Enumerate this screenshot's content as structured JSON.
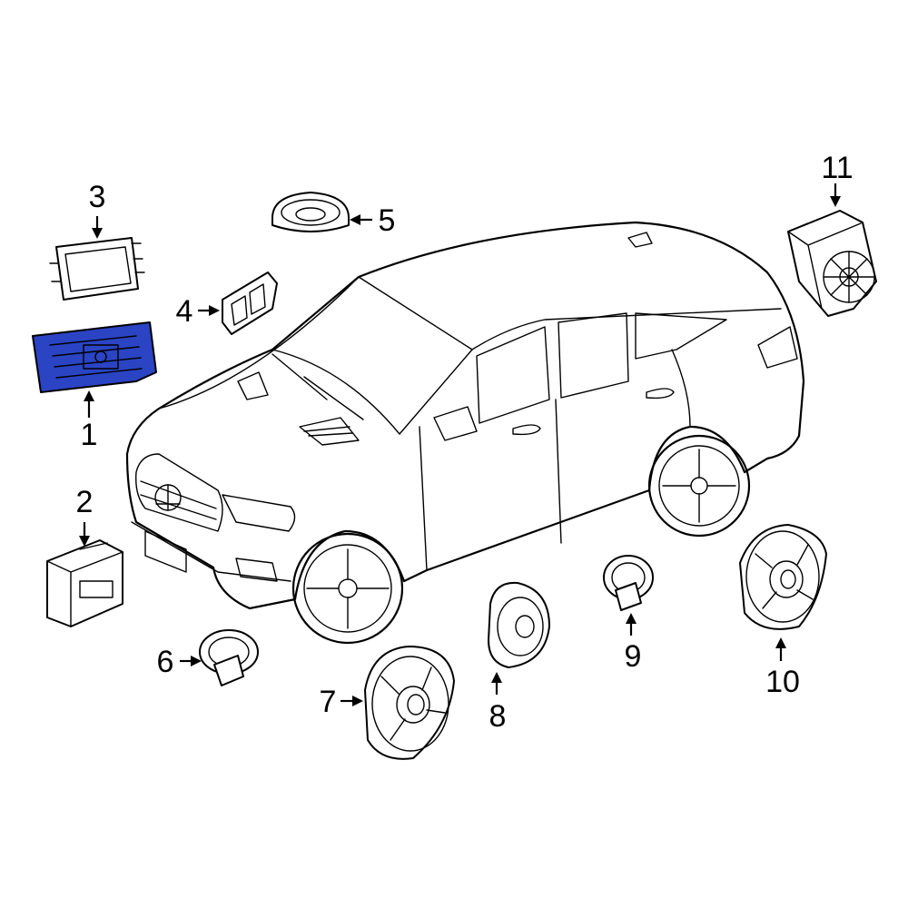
{
  "highlight_color": "#2a44c4",
  "line_color": "#000000",
  "callouts": [
    {
      "id": 1,
      "label": "1",
      "part": "control-unit-highlighted"
    },
    {
      "id": 2,
      "label": "2",
      "part": "amplifier-module"
    },
    {
      "id": 3,
      "label": "3",
      "part": "display-screen"
    },
    {
      "id": 4,
      "label": "4",
      "part": "interface-module"
    },
    {
      "id": 5,
      "label": "5",
      "part": "dash-speaker"
    },
    {
      "id": 6,
      "label": "6",
      "part": "tweeter"
    },
    {
      "id": 7,
      "label": "7",
      "part": "door-speaker-front"
    },
    {
      "id": 8,
      "label": "8",
      "part": "small-speaker"
    },
    {
      "id": 9,
      "label": "9",
      "part": "tweeter-rear"
    },
    {
      "id": 10,
      "label": "10",
      "part": "door-speaker-rear"
    },
    {
      "id": 11,
      "label": "11",
      "part": "subwoofer"
    }
  ]
}
